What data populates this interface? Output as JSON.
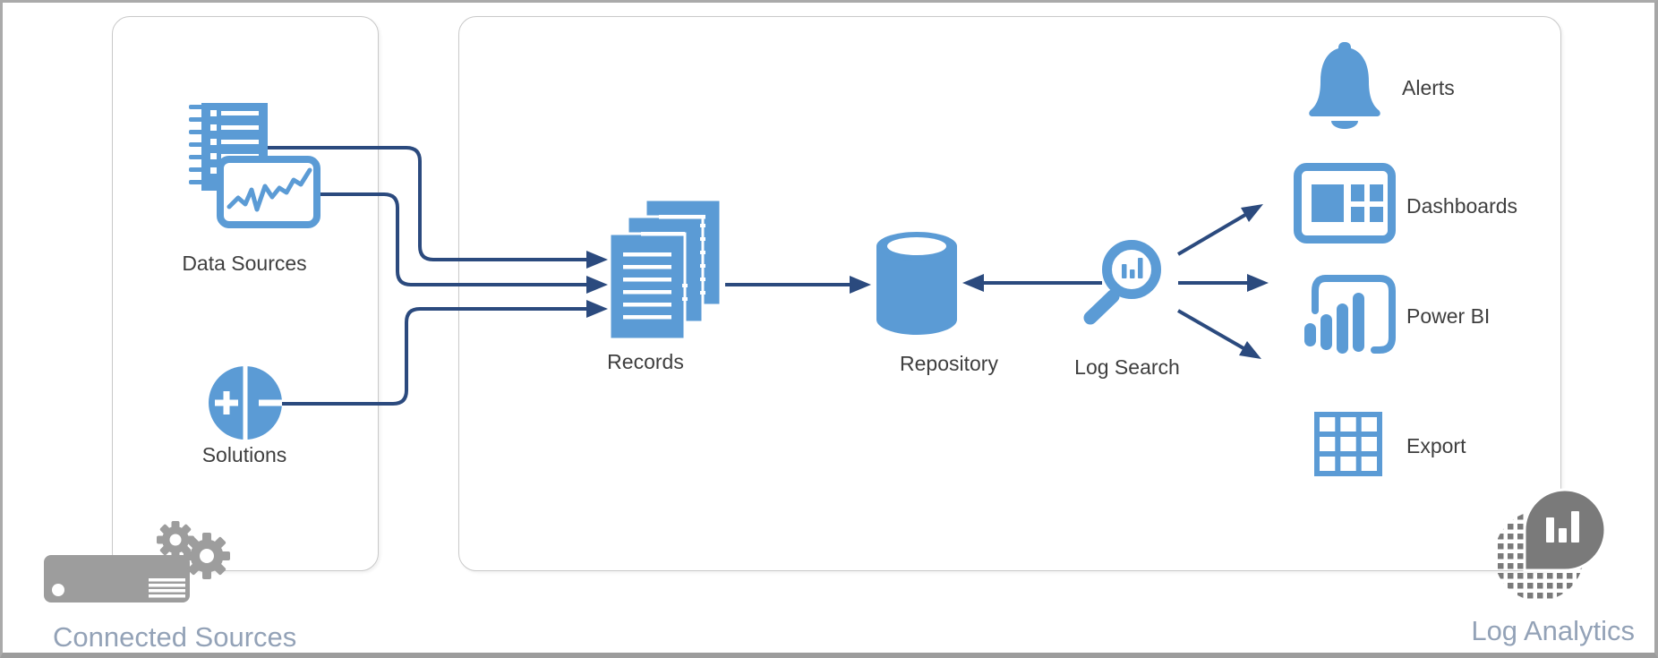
{
  "containers": {
    "connected_sources": {
      "label": "Connected Sources"
    },
    "log_analytics": {
      "label": "Log Analytics"
    }
  },
  "nodes": {
    "data_sources": {
      "label": "Data Sources"
    },
    "solutions": {
      "label": "Solutions"
    },
    "records": {
      "label": "Records"
    },
    "repository": {
      "label": "Repository"
    },
    "log_search": {
      "label": "Log Search"
    }
  },
  "outputs": {
    "alerts": {
      "label": "Alerts"
    },
    "dashboards": {
      "label": "Dashboards"
    },
    "power_bi": {
      "label": "Power BI"
    },
    "export": {
      "label": "Export"
    }
  },
  "edges": [
    "Data Sources (list) -> Records",
    "Data Sources (chart) -> Records",
    "Solutions -> Records",
    "Records -> Repository",
    "Log Search -> Repository",
    "Log Search -> Dashboards",
    "Log Search -> Power BI",
    "Log Search -> Export"
  ],
  "colors": {
    "accent_blue": "#5B9BD5",
    "connector_navy": "#2B4A7E",
    "icon_gray": "#9D9D9D",
    "logo_gray": "#7A7A7A",
    "label_dark": "#3E3E3E",
    "corner_label": "#93A2B7",
    "box_border": "#C9C9C9",
    "frame_border": "#AAAAAA"
  }
}
